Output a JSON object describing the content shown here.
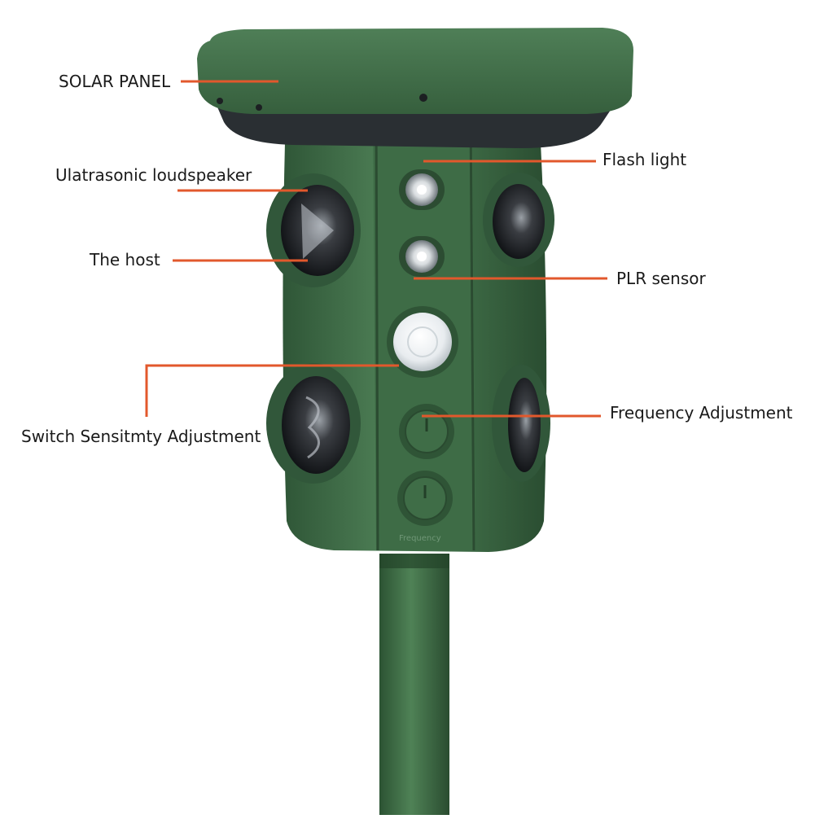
{
  "colors": {
    "leader": "#e2582c",
    "body_green": "#3f6b46",
    "body_dark": "#2c4f33",
    "body_light": "#56845c",
    "background": "#ffffff"
  },
  "labels": {
    "solar_panel": "SOLAR PANEL",
    "loudspeaker": "Ulatrasonic loudspeaker",
    "host": "The host",
    "flash_light": "Flash light",
    "plr_sensor": "PLR sensor",
    "switch_sensitivity": "Switch Sensitmty Adjustment",
    "frequency": "Frequency Adjustment"
  },
  "device": {
    "knob_caption": "Frequency"
  }
}
